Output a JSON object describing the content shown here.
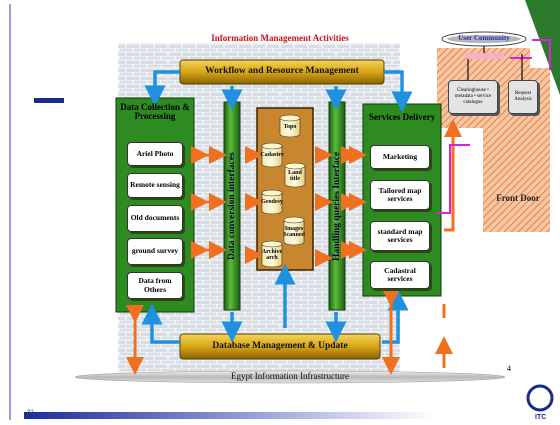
{
  "diagram": {
    "title": "Information Management Activities",
    "workflow": "Workflow and Resource Management",
    "data_collection": {
      "title": "Data Collection & Processing",
      "items": [
        "Ariel Photo",
        "Remote sensing",
        "Old documents",
        "ground survey",
        "Data from Others"
      ]
    },
    "data_conversion": "Data conversion interfaces",
    "handling_queries": "Handling queries Interface",
    "database_items": [
      "Topo",
      "Cadastre",
      "Land title",
      "Geodesy",
      "Images Scanned",
      "Archive arch"
    ],
    "services": {
      "title": "Services Delivery",
      "items": [
        "Marketing",
        "Tailored map services",
        "standard map services",
        "Cadastral services"
      ]
    },
    "front_door": {
      "label": "Front Door",
      "user_community": "User Community",
      "clearinghouse": "Clearinghouse • metadata • service catalogue",
      "request_analysis": "Request Analysis"
    },
    "database": "Database Management & Update",
    "infrastructure": "Egypt Information Infrastructure",
    "number_4": "4"
  },
  "slide": {
    "page_number": "32",
    "logo": "ITC"
  },
  "colors": {
    "green_box": "#2e8b22",
    "gold_bar": "#c89a10",
    "arrow_orange": "#f07020",
    "arrow_blue": "#2090e0",
    "magenta": "#e020e0",
    "title_red": "#cc1111"
  }
}
